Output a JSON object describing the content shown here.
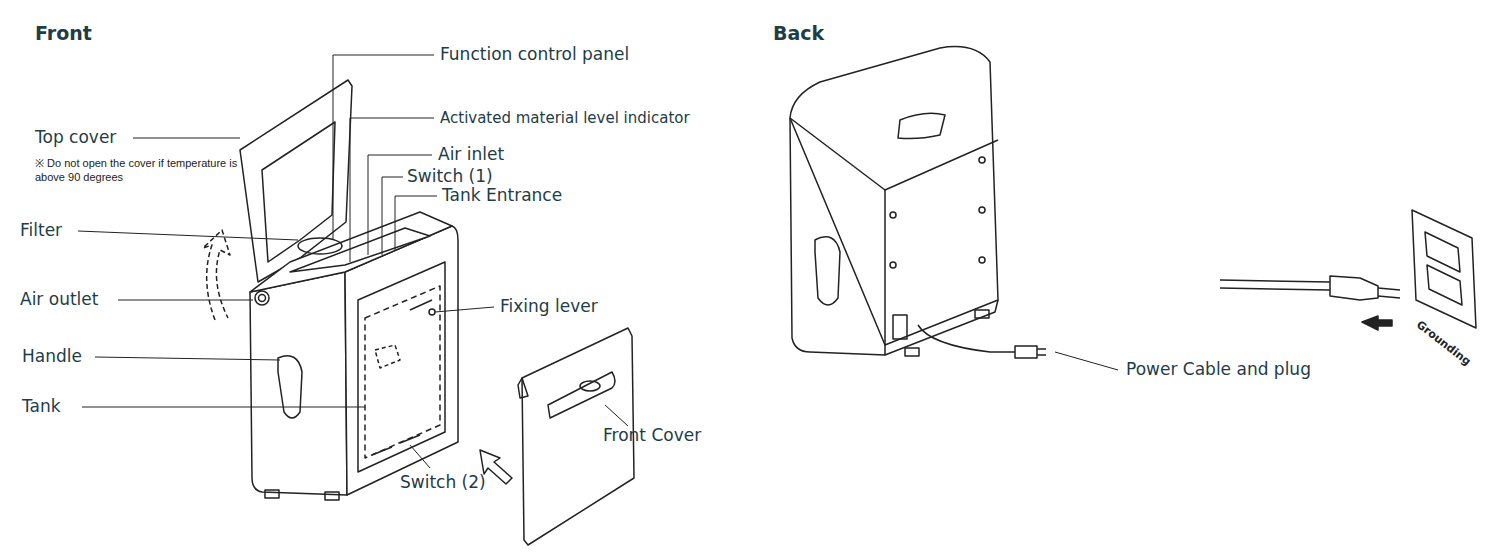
{
  "diagram": {
    "labels": [
      "Front",
      "Function control panel",
      "Top cover",
      "※ Do not open the cover if temperature is above 90 degrees",
      "Activated material level indicator",
      "Air inlet",
      "Switch (1)",
      "Tank Entrance",
      "Filter",
      "Air outlet",
      "Handle",
      "Tank",
      "Fixing lever",
      "Front Cover",
      "Switch (2)",
      "Back",
      "Power Cable and plug",
      "Grounding"
    ]
  }
}
